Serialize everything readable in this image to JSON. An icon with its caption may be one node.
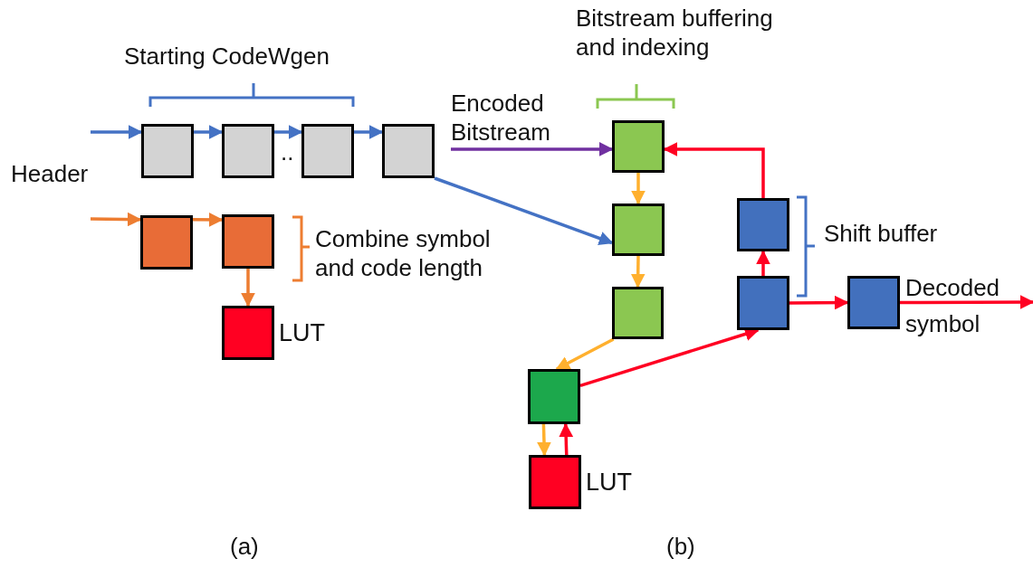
{
  "diagram": {
    "nodes": [
      {
        "text": [],
        "shape": "box"
      },
      {
        "text": [],
        "shape": "box"
      },
      {
        "text": [],
        "shape": "box"
      },
      {
        "text": [],
        "shape": "box"
      },
      {
        "text": [],
        "shape": "box"
      },
      {
        "text": [],
        "shape": "box"
      },
      {
        "text": [],
        "shape": "box",
        "beside": [
          "LUT"
        ]
      },
      {
        "text": [],
        "shape": "box"
      },
      {
        "text": [],
        "shape": "box"
      },
      {
        "text": [],
        "shape": "box"
      },
      {
        "text": [],
        "shape": "box"
      },
      {
        "text": [],
        "shape": "box",
        "beside": [
          "LUT"
        ]
      },
      {
        "text": [],
        "shape": "box"
      },
      {
        "text": [],
        "shape": "box"
      },
      {
        "text": [],
        "shape": "box"
      }
    ],
    "edges": [
      {
        "from": null,
        "to": 0,
        "arrow": "to",
        "color": "#4472c4"
      },
      {
        "from": 0,
        "to": 1,
        "arrow": "to",
        "color": "#4472c4"
      },
      {
        "from": 1,
        "to": 2,
        "arrow": "to",
        "color": "#4472c4"
      },
      {
        "from": 2,
        "to": 3,
        "arrow": "to",
        "color": "#4472c4"
      },
      {
        "from": 3,
        "to": 8,
        "arrow": "to",
        "color": "#4472c4"
      },
      {
        "from": null,
        "to": 4,
        "arrow": "to",
        "color": "#ed7d31"
      },
      {
        "from": 4,
        "to": 5,
        "arrow": "to",
        "color": "#ed7d31"
      },
      {
        "from": 5,
        "to": 6,
        "arrow": "to",
        "color": "#ed7d31"
      },
      {
        "from": null,
        "to": 7,
        "arrow": "to",
        "color": "#7030a0"
      },
      {
        "from": 7,
        "to": 8,
        "arrow": "to",
        "color": "#ffb02e"
      },
      {
        "from": 8,
        "to": 9,
        "arrow": "to",
        "color": "#ffb02e"
      },
      {
        "from": 9,
        "to": 10,
        "arrow": "to",
        "color": "#ffb02e"
      },
      {
        "from": 10,
        "to": 11,
        "arrow": "to",
        "color": "#ffb02e"
      },
      {
        "from": 11,
        "to": 10,
        "arrow": "to"
      },
      {
        "from": 10,
        "to": 13,
        "arrow": "to"
      },
      {
        "from": 13,
        "to": 12,
        "arrow": "to"
      },
      {
        "from": 12,
        "to": 7,
        "arrow": "to"
      },
      {
        "from": 13,
        "to": 14,
        "arrow": "to"
      },
      {
        "from": 14,
        "to": null,
        "arrow": "to"
      }
    ],
    "labels": [
      "Bitstream buffering and indexing",
      "Starting CodeWgen",
      "Encoded Bitstream",
      "Header",
      "Shift buffer",
      "Combine symbol and code length",
      "Decoded symbol",
      "..",
      "(a)",
      "(b)"
    ]
  }
}
